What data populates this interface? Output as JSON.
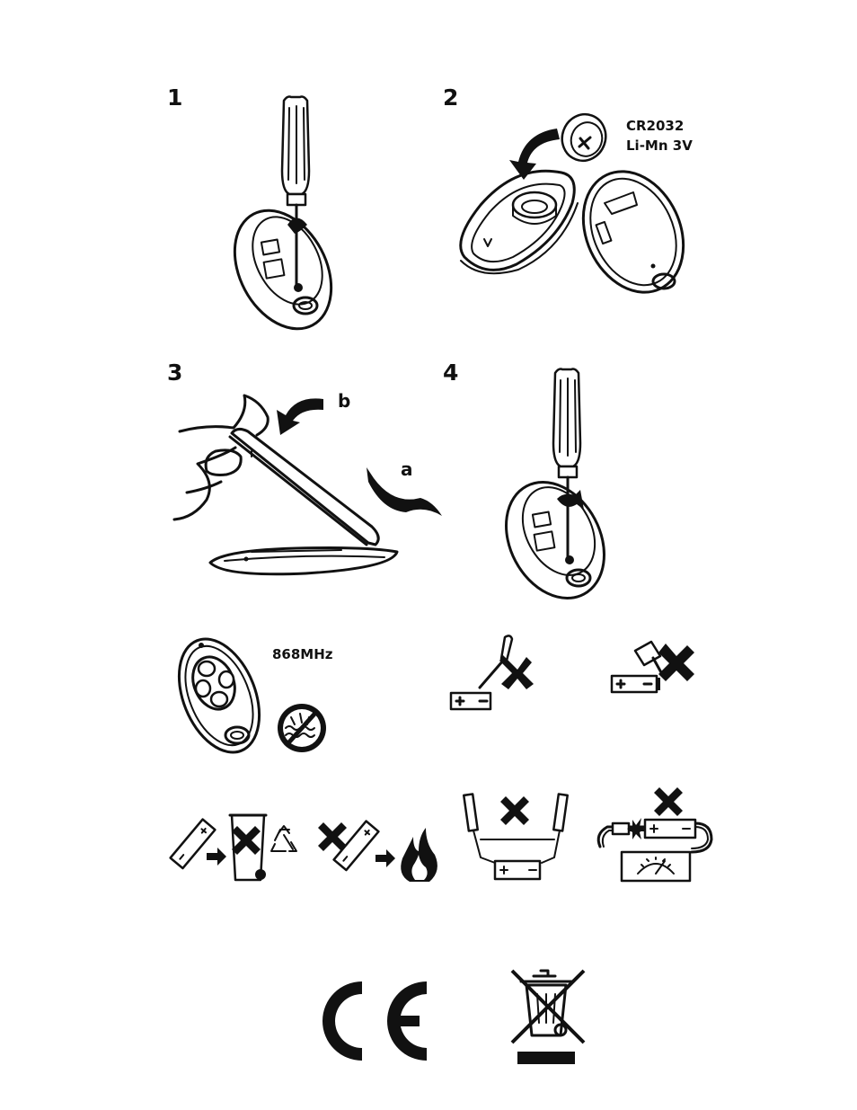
{
  "steps": {
    "step1": "1",
    "step2": "2",
    "step3": "3",
    "step4": "4"
  },
  "battery": {
    "model": "CR2032",
    "chemistry_voltage": "Li-Mn 3V"
  },
  "step3_labels": {
    "a": "a",
    "b": "b"
  },
  "remote": {
    "frequency": "868MHz"
  },
  "warnings": [
    "no-puncture-battery-icon",
    "no-crush-battery-icon",
    "recycle-not-household-waste-icon",
    "no-fire-icon",
    "no-short-circuit-icon",
    "no-charge-battery-icon"
  ],
  "marks": {
    "ce": "CE",
    "weee": "crossed-out-wheelie-bin-icon"
  }
}
